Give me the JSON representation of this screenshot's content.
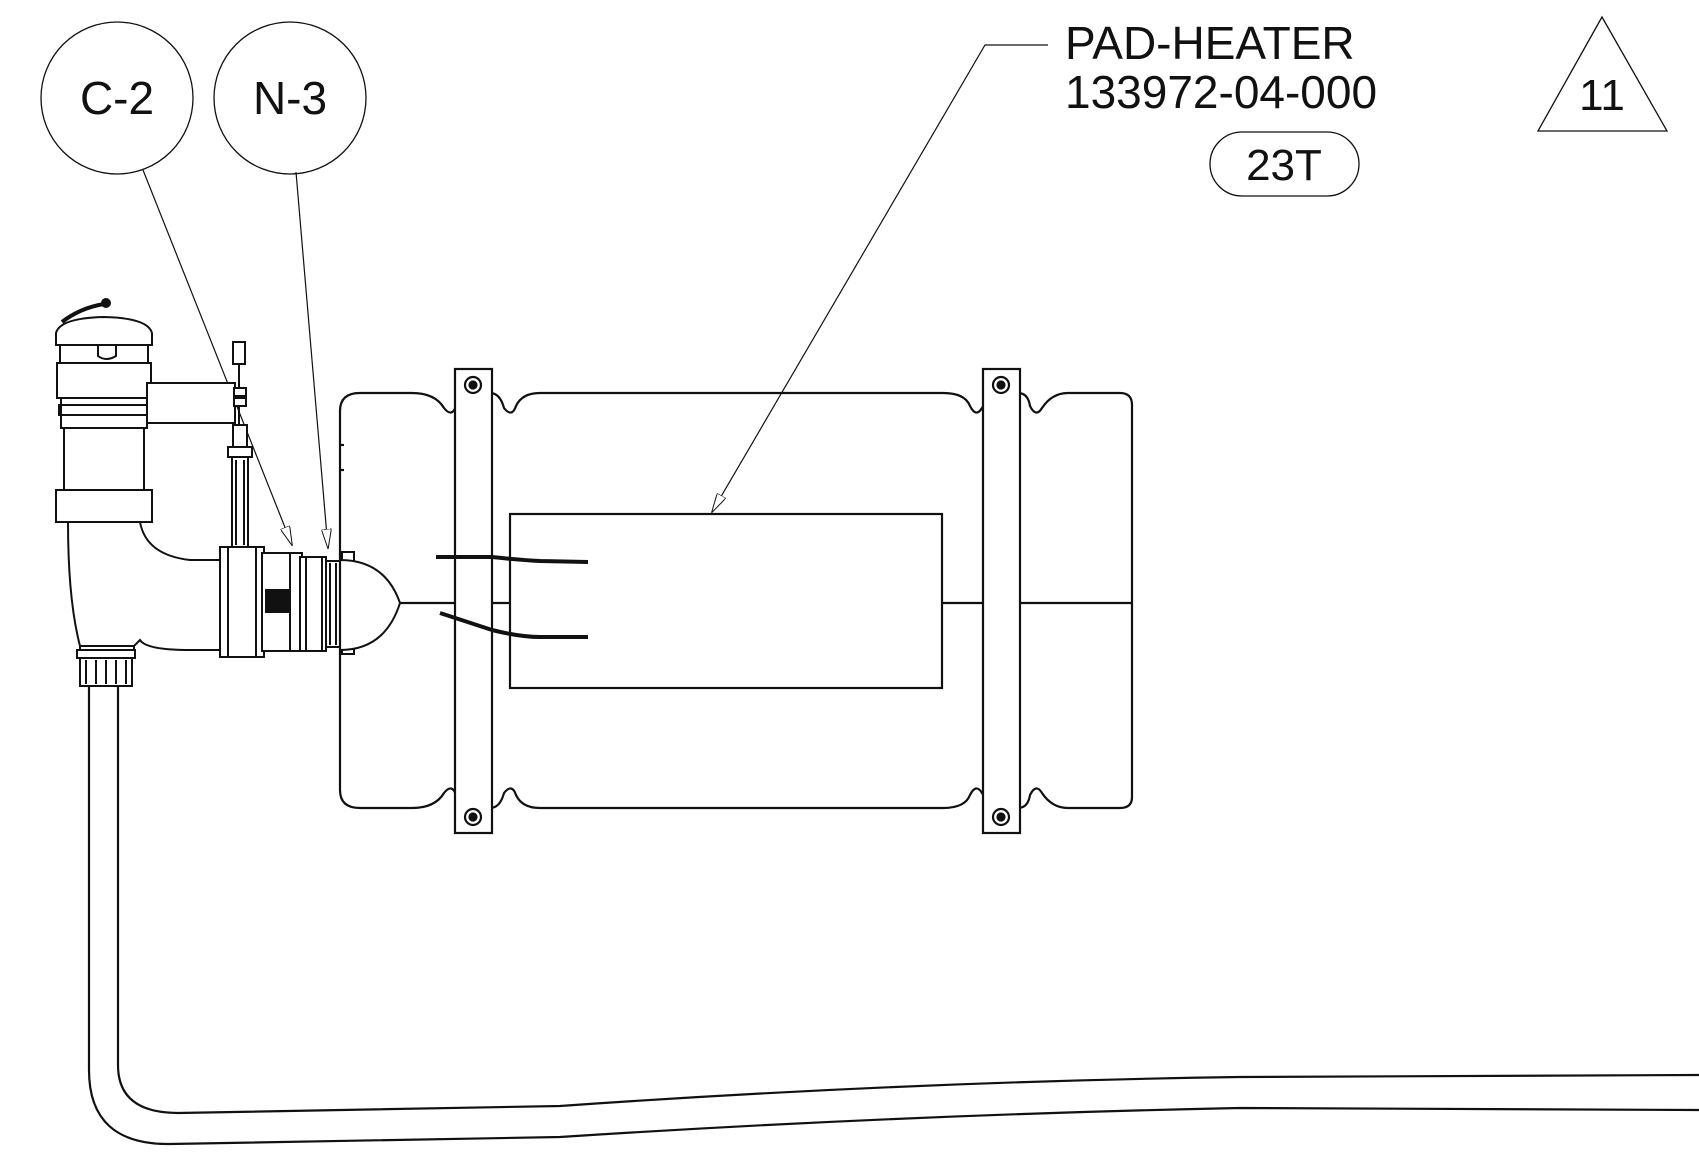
{
  "callouts": {
    "c2": "C-2",
    "n3": "N-3"
  },
  "part_label": {
    "name": "PAD-HEATER",
    "number": "133972-04-000"
  },
  "revision_flag": "11",
  "item_tag": "23T",
  "colors": {
    "line": "#111111",
    "background": "#ffffff"
  }
}
